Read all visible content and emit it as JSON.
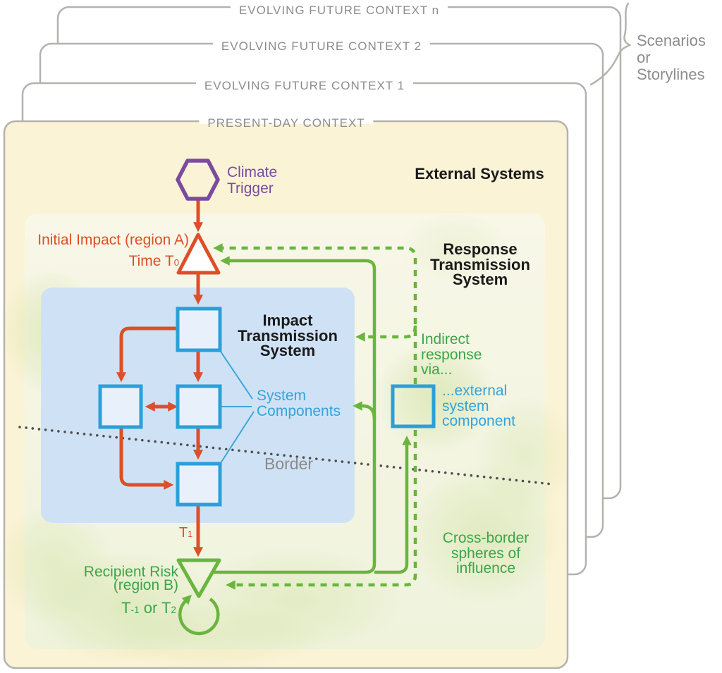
{
  "cards": [
    {
      "title": "EVOLVING FUTURE CONTEXT n"
    },
    {
      "title": "EVOLVING FUTURE CONTEXT 2"
    },
    {
      "title": "EVOLVING FUTURE CONTEXT 1"
    },
    {
      "title": "PRESENT-DAY CONTEXT"
    }
  ],
  "brace": {
    "line1": "Scenarios",
    "line2": "or Storylines"
  },
  "labels": {
    "external_systems": "External Systems",
    "climate": {
      "l1": "Climate",
      "l2": "Trigger"
    },
    "initial_impact": "Initial Impact (region A)",
    "time": {
      "pre": "Time T",
      "sub": "0"
    },
    "impact_ts": {
      "l1": "Impact",
      "l2": "Transmission",
      "l3": "System"
    },
    "response_ts": {
      "l1": "Response",
      "l2": "Transmission",
      "l3": "System"
    },
    "system_components": {
      "l1": "System",
      "l2": "Components"
    },
    "border": "Border",
    "indirect": {
      "l1": "Indirect",
      "l2": "response",
      "l3": "via..."
    },
    "ext_component": {
      "l1": "...external",
      "l2": "system",
      "l3": "component"
    },
    "cross_border": {
      "l1": "Cross-border",
      "l2": "spheres of",
      "l3": "influence"
    },
    "recipient": {
      "l1": "Recipient Risk",
      "l2": "(region B)"
    },
    "t1": {
      "pre": "T",
      "sub": "1"
    },
    "tloop": {
      "p1": "T",
      "s1": "-1",
      "p2": " or T",
      "s2": "2"
    }
  },
  "colors": {
    "red": "#dc4f28",
    "green_line": "#6ab53e",
    "green_text": "#3aa648",
    "blue_stroke": "#2b9fd9",
    "blue_text": "#35a3da",
    "purple": "#7a4b9e",
    "gray_text": "#8d8d8d",
    "card_stroke": "#b4b2ae",
    "cream": "#fbf3d6",
    "blue_panel": "#cfe2f5",
    "heading": "#1a1a1a",
    "dotted_border": "#4f4f4f"
  }
}
